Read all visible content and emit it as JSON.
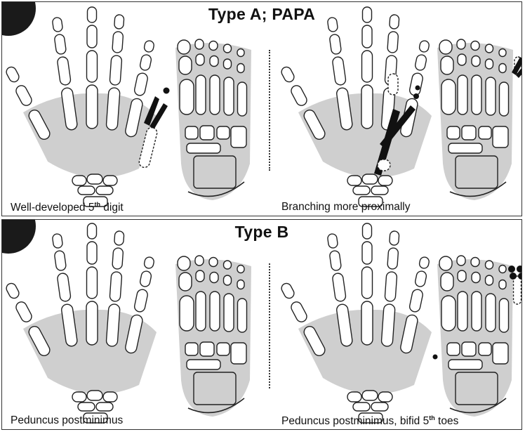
{
  "panel_a": {
    "title": "Type A; PAPA",
    "caption_left": {
      "text": "Well-developed 5",
      "sup": "th",
      "tail": " digit"
    },
    "caption_right": {
      "text": "Branching more proximally"
    }
  },
  "panel_b": {
    "title": "Type B",
    "caption_left": {
      "text": "Peduncus postminimus"
    },
    "caption_right": {
      "text": "Peduncus postminimus, bifid 5",
      "sup": "th",
      "tail": " toes"
    }
  },
  "colors": {
    "bone_fill": "#ffffff",
    "tissue_fill": "#cfcfcf",
    "outline": "#222222",
    "extra_digit": "#111111"
  }
}
